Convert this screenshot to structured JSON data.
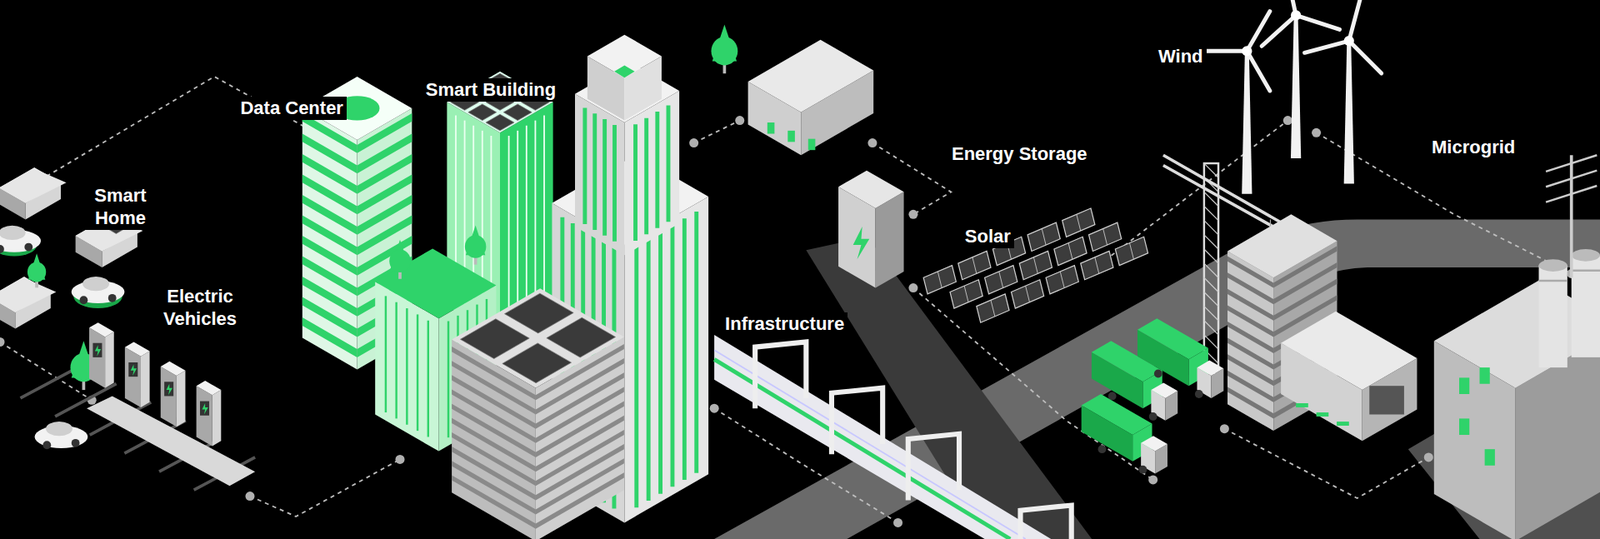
{
  "diagram": {
    "labels": [
      "Data Center",
      "Smart Building",
      "Wind",
      "Smart Home",
      "Microgrid",
      "Energy Storage",
      "Solar",
      "Electric Vehicles",
      "Infrastructure"
    ]
  }
}
